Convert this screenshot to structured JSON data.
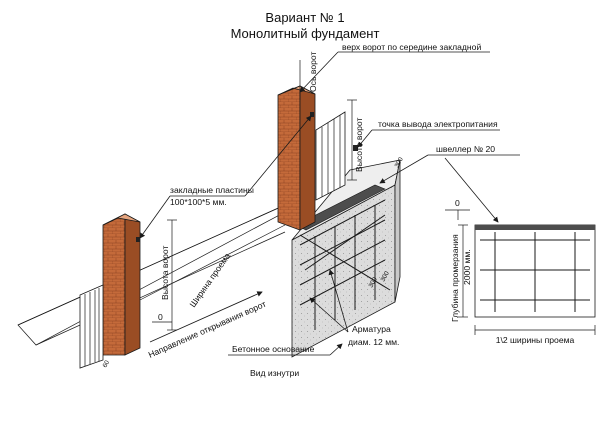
{
  "title": {
    "line1": "Вариант № 1",
    "line2": "Монолитный фундамент"
  },
  "labels": {
    "gate_top": "верх ворот по середине закладной",
    "gate_axis": "Ось ворот",
    "power_point": "точка вывода электропитания",
    "channel": "швеллер № 20",
    "plates_line1": "закладные пластины",
    "plates_line2": "100*100*5 мм.",
    "gate_height_left": "Высота ворот",
    "gate_height_right": "Высота ворот",
    "opening_width": "Ширина проема",
    "opening_direction": "Направление открывания ворот",
    "zero_left": "0",
    "zero_right": "0",
    "rebar_line1": "Арматура",
    "rebar_line2": "диам. 12 мм.",
    "concrete_base": "Бетонное основание",
    "inside_view": "Вид изнутри",
    "frost_depth_line1": "Глубина промерзания",
    "frost_depth_line2": "2000 мм.",
    "half_width": "1\\2  ширины проема",
    "dim_300_top": "300",
    "dim_300_a": "300",
    "dim_300_b": "300",
    "dim_60": "60"
  },
  "colors": {
    "brick": "#c46a3a",
    "brick_dark": "#9a4d24",
    "concrete": "#dcdcdc",
    "channel": "#4d4d4d",
    "line": "#1a1a1a"
  },
  "icons": [
    "brick-pillar-icon",
    "gate-leaf-icon",
    "rebar-cage-icon"
  ]
}
